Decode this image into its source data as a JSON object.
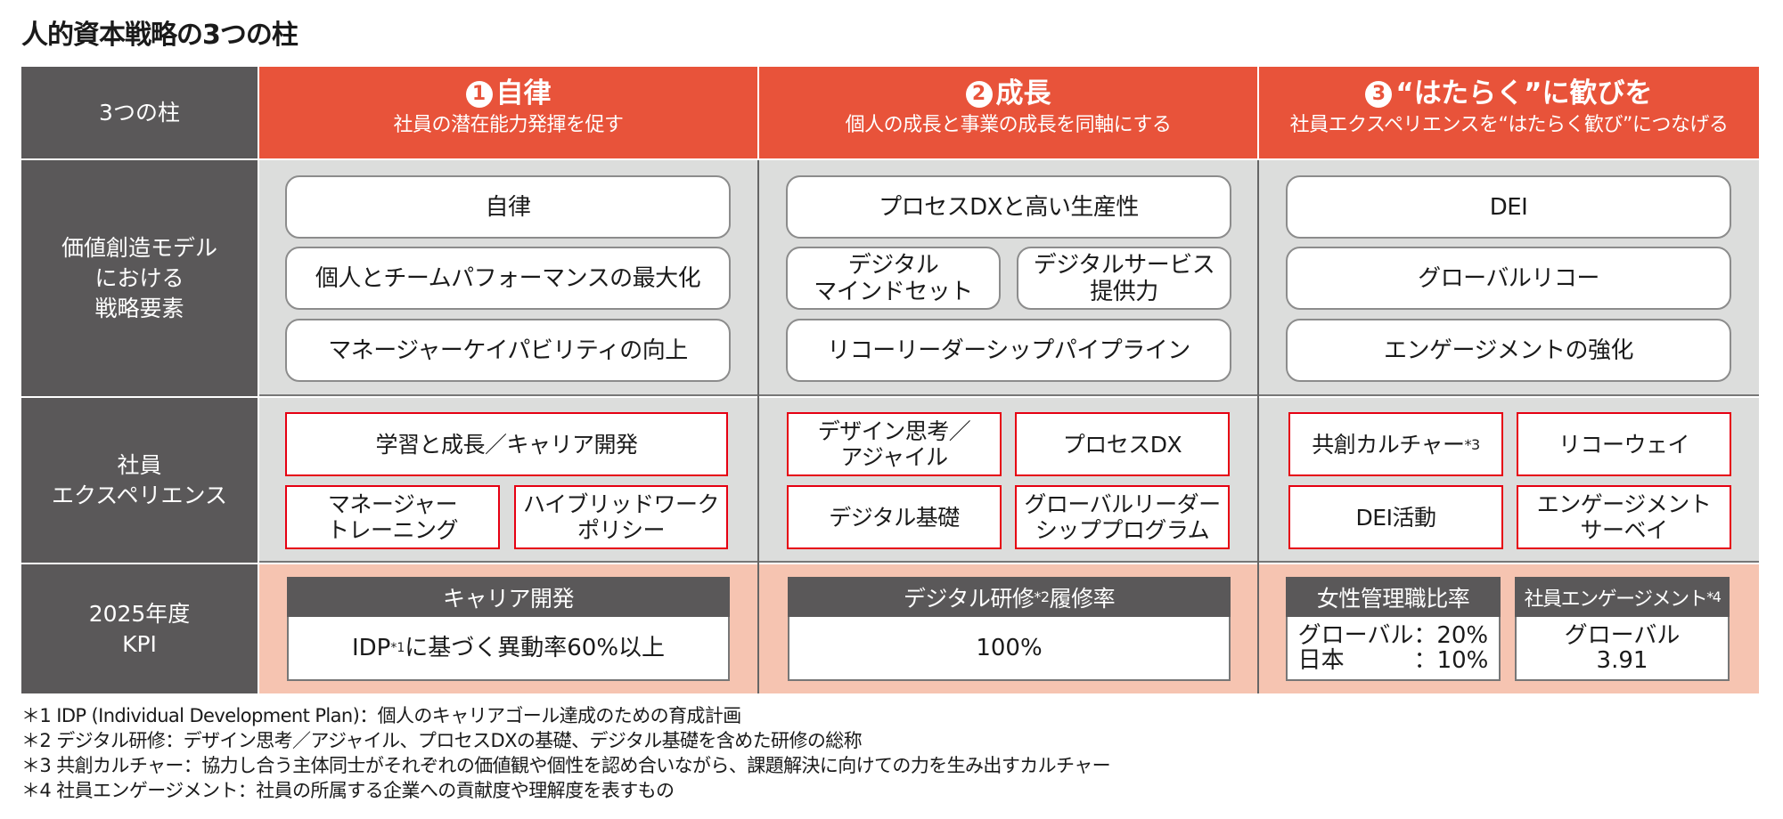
{
  "title": "人的資本戦略の3つの柱",
  "colors": {
    "label_bg": "#5a5859",
    "header_bg": "#e8533a",
    "row_gray": "#dcdddc",
    "row_salmon": "#f6c4b1",
    "ex_border": "#e60012"
  },
  "row_labels": {
    "pillars": "3つの柱",
    "strategy": "価値創造モデル\nにおける\n戦略要素",
    "experience": "社員\nエクスペリエンス",
    "kpi": "2025年度\nKPI"
  },
  "pillars": [
    {
      "number": "1",
      "title": "自律",
      "subtitle": "社員の潜在能力発揮を促す",
      "strategy": [
        "自律",
        "個人とチームパフォーマンスの最大化",
        "マネージャーケイパビリティの向上"
      ],
      "experience": [
        "学習と成長／キャリア開発",
        "マネージャー\nトレーニング",
        "ハイブリッドワーク\nポリシー"
      ],
      "kpi": [
        {
          "header": "キャリア開発",
          "value_pre": "IDP",
          "value_sup": "*1",
          "value_post": "に基づく異動率60%以上"
        }
      ]
    },
    {
      "number": "2",
      "title": "成長",
      "subtitle": "個人の成長と事業の成長を同軸にする",
      "strategy": [
        "プロセスDXと高い生産性",
        "デジタル\nマインドセット",
        "デジタルサービス\n提供力",
        "リコーリーダーシップパイプライン"
      ],
      "experience": [
        "デザイン思考／\nアジャイル",
        "プロセスDX",
        "デジタル基礎",
        "グローバルリーダー\nシッププログラム"
      ],
      "kpi": [
        {
          "header_pre": "デジタル研修",
          "header_sup": "*2",
          "header_post": "履修率",
          "value": "100%"
        }
      ]
    },
    {
      "number": "3",
      "title": "“はたらく”に歓びを",
      "subtitle": "社員エクスペリエンスを“はたらく歓び”につなげる",
      "strategy": [
        "DEI",
        "グローバルリコー",
        "エンゲージメントの強化"
      ],
      "experience": [
        {
          "text": "共創カルチャー",
          "sup": "*3"
        },
        {
          "text": "リコーウェイ"
        },
        {
          "text": "DEI活動"
        },
        {
          "text": "エンゲージメント\nサーベイ"
        }
      ],
      "kpi": [
        {
          "header": "女性管理職比率",
          "value": "グローバル：20%\n日本　　　：10%"
        },
        {
          "header_pre": "社員エンゲージメント",
          "header_sup": "*4",
          "value": "グローバル\n3.91"
        }
      ]
    }
  ],
  "footnotes": [
    "＊1 IDP (Individual Development Plan)：個人のキャリアゴール達成のための育成計画",
    "＊2 デジタル研修：デザイン思考／アジャイル、プロセスDXの基礎、デジタル基礎を含めた研修の総称",
    "＊3 共創カルチャー：協力し合う主体同士がそれぞれの価値観や個性を認め合いながら、課題解決に向けての力を生み出すカルチャー",
    "＊4 社員エンゲージメント：社員の所属する企業への貢献度や理解度を表すもの"
  ]
}
